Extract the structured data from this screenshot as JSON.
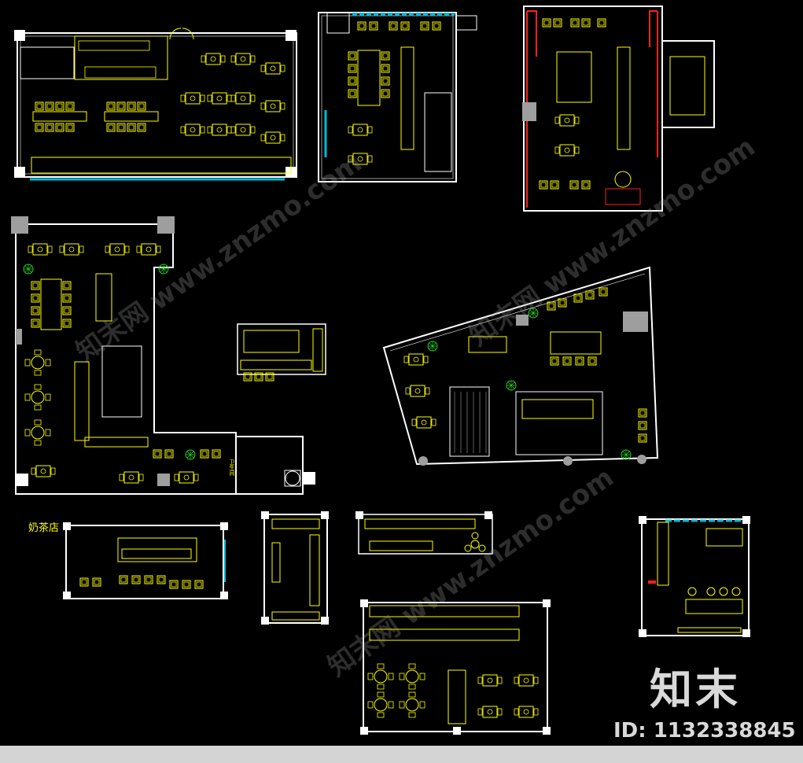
{
  "colors": {
    "background": "#000000",
    "wall": "#ffffff",
    "furniture": "#ffff00",
    "window": "#00bcd4",
    "red_wall": "#ff2020",
    "plant": "#22cc22",
    "gray_block": "#9e9e9e"
  },
  "labels": {
    "milk_tea_shop": "奶茶店",
    "toilet_small": "卫生间"
  },
  "branding": {
    "logo_text": "知末",
    "id_text": "ID: 1132338845",
    "watermark_text": "知末网 www.znzmo.com"
  }
}
